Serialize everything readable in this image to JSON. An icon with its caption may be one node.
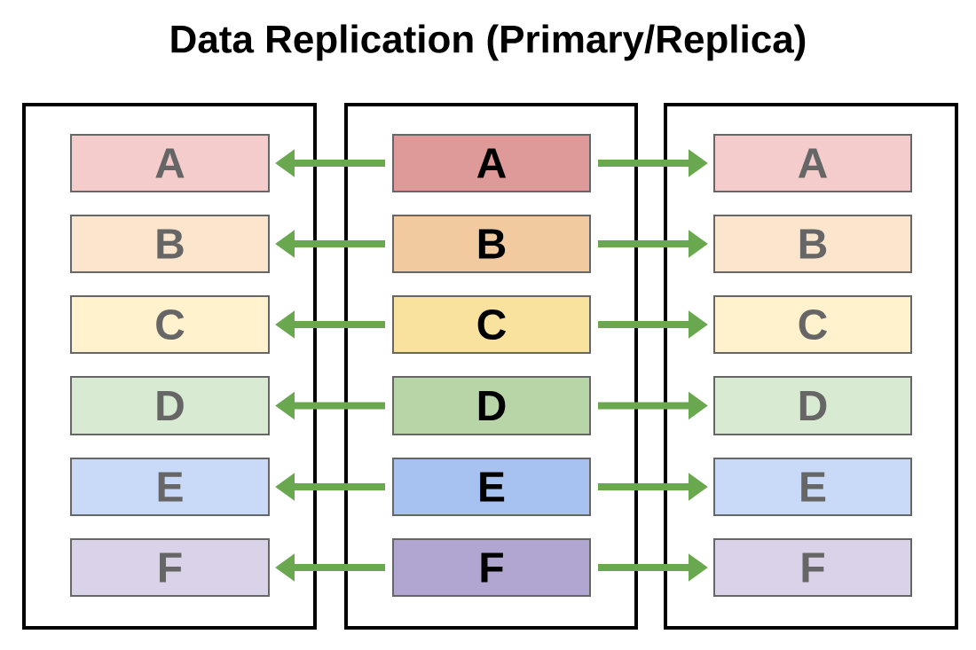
{
  "diagram": {
    "title": "Data Replication (Primary/Replica)",
    "nodes": [
      {
        "text": [],
        "shape": "box"
      },
      {
        "text": [
          "A"
        ],
        "in": 0
      },
      {
        "text": [
          "B"
        ],
        "in": 0
      },
      {
        "text": [
          "C"
        ],
        "in": 0
      },
      {
        "text": [
          "D"
        ],
        "in": 0
      },
      {
        "text": [
          "E"
        ],
        "in": 0
      },
      {
        "text": [
          "F"
        ],
        "in": 0
      },
      {
        "text": [],
        "shape": "box"
      },
      {
        "text": [
          "A"
        ],
        "in": 7
      },
      {
        "text": [
          "B"
        ],
        "in": 7
      },
      {
        "text": [
          "C"
        ],
        "in": 7
      },
      {
        "text": [
          "D"
        ],
        "in": 7
      },
      {
        "text": [
          "E"
        ],
        "in": 7
      },
      {
        "text": [
          "F"
        ],
        "in": 7
      },
      {
        "text": [],
        "shape": "box"
      },
      {
        "text": [
          "A"
        ],
        "in": 14
      },
      {
        "text": [
          "B"
        ],
        "in": 14
      },
      {
        "text": [
          "C"
        ],
        "in": 14
      },
      {
        "text": [
          "D"
        ],
        "in": 14
      },
      {
        "text": [
          "E"
        ],
        "in": 14
      },
      {
        "text": [
          "F"
        ],
        "in": 14
      }
    ],
    "edges": [
      {
        "from": 8,
        "to": 1,
        "arrow": "to"
      },
      {
        "from": 8,
        "to": 15,
        "arrow": "to"
      },
      {
        "from": 9,
        "to": 2,
        "arrow": "to"
      },
      {
        "from": 9,
        "to": 16,
        "arrow": "to"
      },
      {
        "from": 10,
        "to": 3,
        "arrow": "to"
      },
      {
        "from": 10,
        "to": 17,
        "arrow": "to"
      },
      {
        "from": 11,
        "to": 4,
        "arrow": "to"
      },
      {
        "from": 11,
        "to": 18,
        "arrow": "to"
      },
      {
        "from": 12,
        "to": 5,
        "arrow": "to"
      },
      {
        "from": 12,
        "to": 19,
        "arrow": "to"
      },
      {
        "from": 13,
        "to": 6,
        "arrow": "to"
      },
      {
        "from": 13,
        "to": 20,
        "arrow": "to"
      }
    ]
  }
}
